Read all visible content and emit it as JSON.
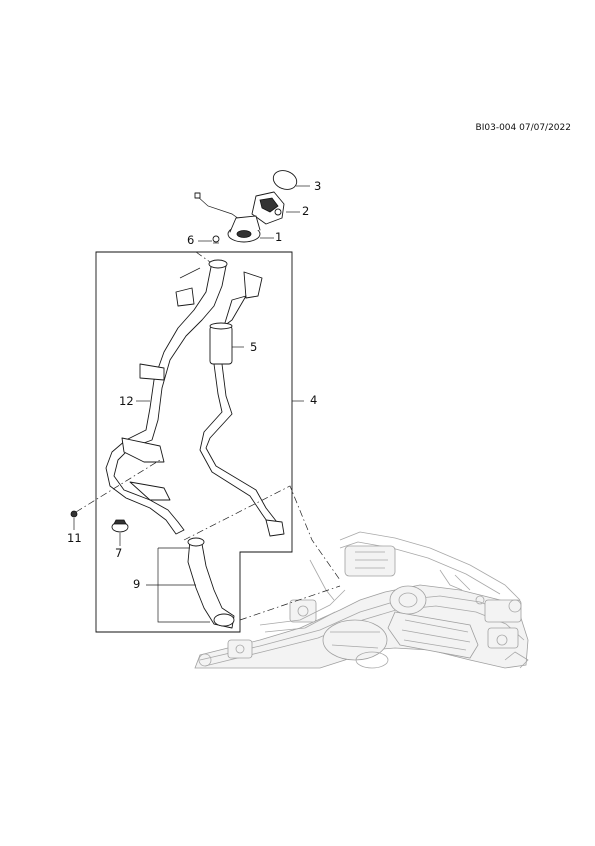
{
  "document": {
    "reference": "BI03-004 07/07/2022"
  },
  "callouts": [
    {
      "id": "c1",
      "label": "1"
    },
    {
      "id": "c2",
      "label": "2"
    },
    {
      "id": "c3",
      "label": "3"
    },
    {
      "id": "c4",
      "label": "4"
    },
    {
      "id": "c5",
      "label": "5"
    },
    {
      "id": "c6",
      "label": "6"
    },
    {
      "id": "c7",
      "label": "7"
    },
    {
      "id": "c9",
      "label": "9"
    },
    {
      "id": "c11",
      "label": "11"
    },
    {
      "id": "c12",
      "label": "12"
    }
  ],
  "colors": {
    "ink": "#1a1a1a",
    "ghost_frame": "#a8a8a8"
  }
}
